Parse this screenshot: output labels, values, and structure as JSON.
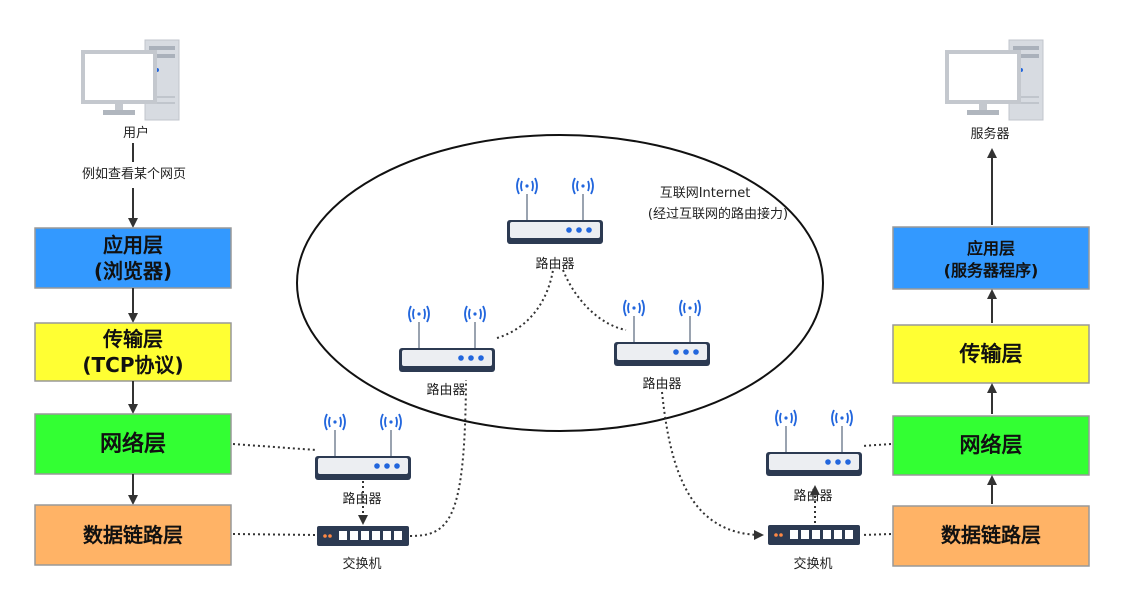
{
  "colors": {
    "application": "#3399ff",
    "transport": "#ffff33",
    "network": "#33ff33",
    "datalink": "#ffb366",
    "router_body": "#eceef2",
    "router_dark": "#2c3a52",
    "wave": "#2266dd",
    "switch_body": "#2c3a52"
  },
  "icons": [
    "desktop-computer-icon",
    "router-icon",
    "switch-icon"
  ],
  "client": {
    "title": "用户",
    "example": "例如查看某个网页",
    "application_line1": "应用层",
    "application_line2": "(浏览器)",
    "transport_line1": "传输层",
    "transport_line2": "(TCP协议)",
    "network": "网络层",
    "datalink": "数据链路层"
  },
  "server": {
    "title": "服务器",
    "application_line1": "应用层",
    "application_line2": "(服务器程序)",
    "transport": "传输层",
    "network": "网络层",
    "datalink": "数据链路层"
  },
  "internet": {
    "label_line1": "互联网Internet",
    "label_line2": "(经过互联网的路由接力)",
    "router_top": "路由器",
    "router_left": "路由器",
    "router_right": "路由器"
  },
  "edge_left": {
    "router": "路由器",
    "switch": "交换机"
  },
  "edge_right": {
    "router": "路由器",
    "switch": "交换机"
  }
}
